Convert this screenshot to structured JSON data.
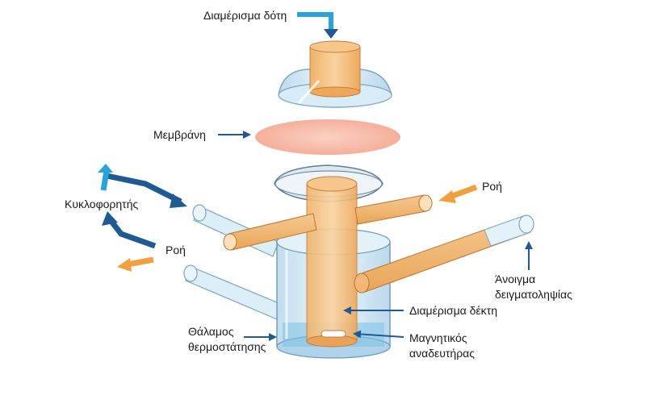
{
  "diagram": {
    "labels": {
      "donor_compartment": "Διαμέρισμα δότη",
      "membrane": "Μεμβράνη",
      "circulator": "Κυκλοφορητής",
      "flow_right": "Ροή",
      "flow_left": "Ροή",
      "sampling_port_line1": "Άνοιγμα",
      "sampling_port_line2": "δειγματοληψίας",
      "receptor_compartment": "Διαμέρισμα δέκτη",
      "stirrer_line1": "Μαγνητικός",
      "stirrer_line2": "αναδευτήρας",
      "thermostat_line1": "Θάλαμος",
      "thermostat_line2": "θερμοστάτησης"
    },
    "colors": {
      "arrow_dark": "#1f5a93",
      "arrow_light": "#2aa3dc",
      "flow_orange": "#f0a040",
      "membrane": "#f7b7a3",
      "receptor": "#f3b878",
      "glass": "#cfe6f3"
    }
  }
}
